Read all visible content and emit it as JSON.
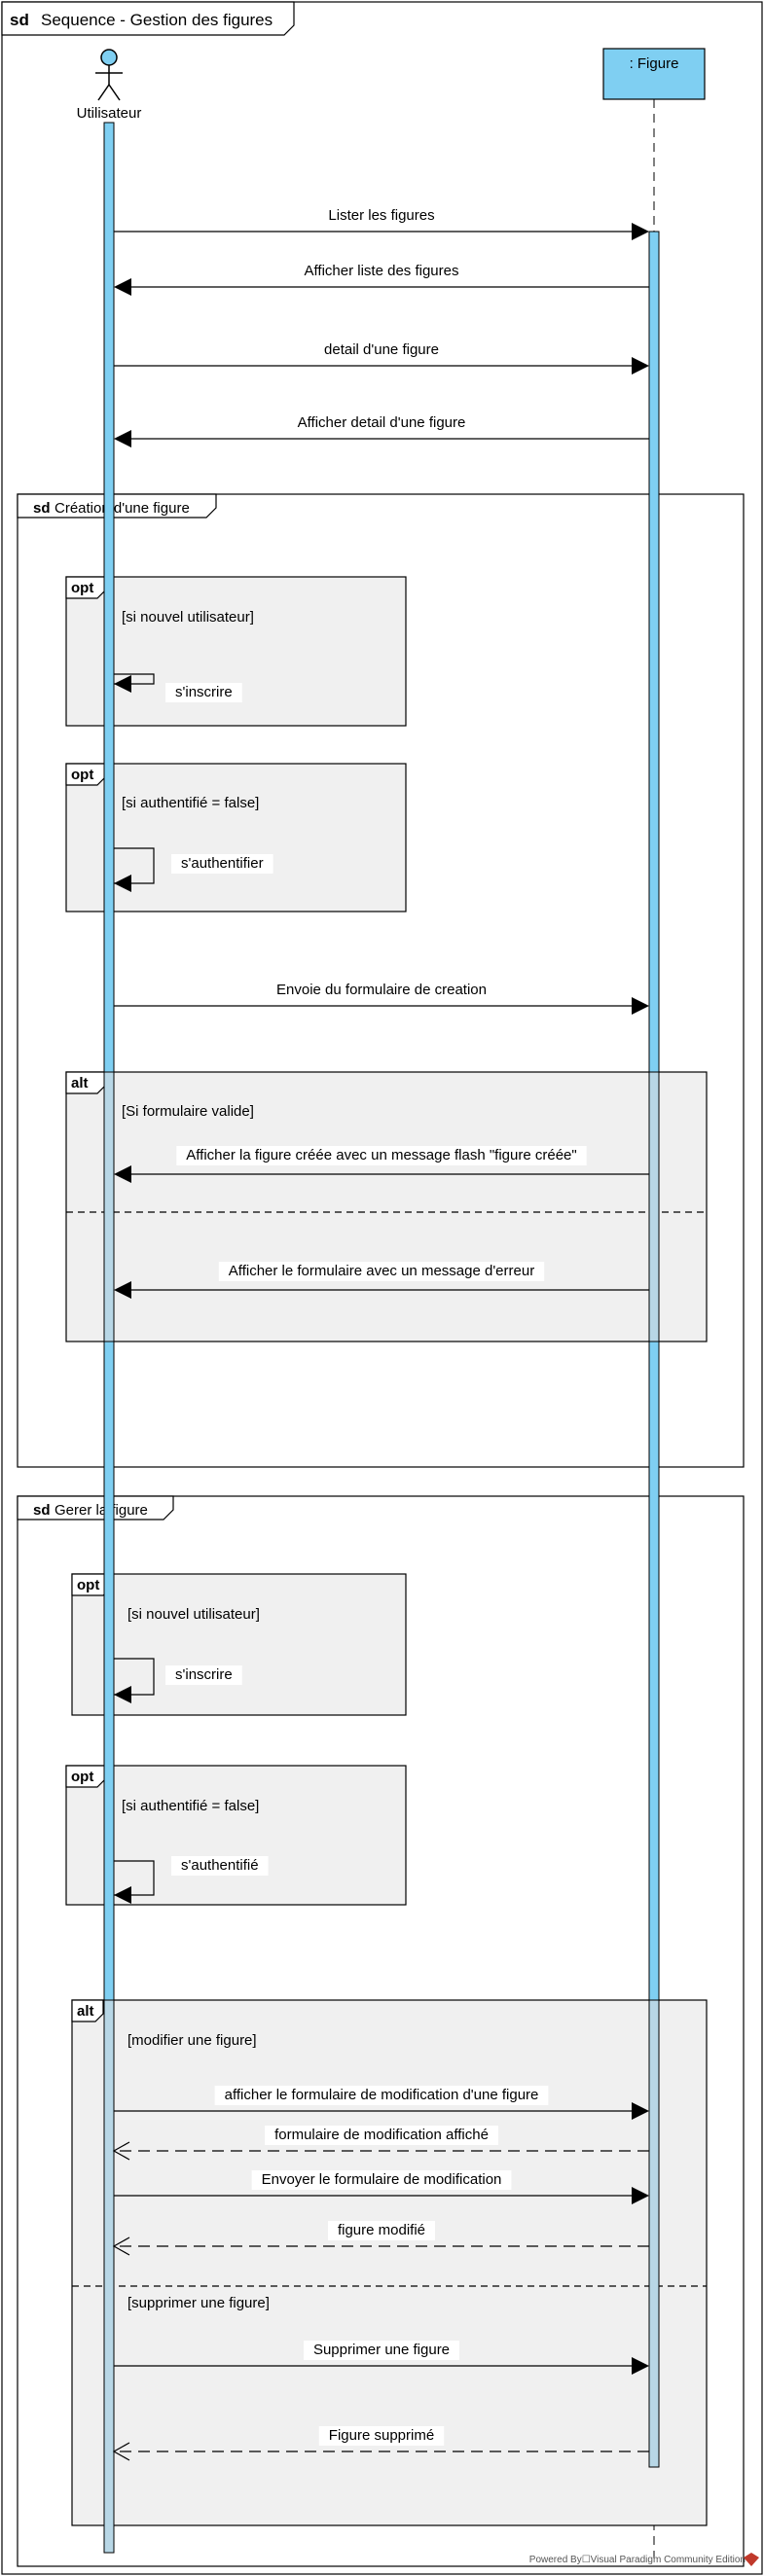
{
  "diagram": {
    "frame_keyword": "sd",
    "frame_name": "Sequence - Gestion des figures",
    "footer": "Powered By☐Visual Paradigm Community Edition",
    "colors": {
      "actor_fill": "#7fcff2",
      "lifeline_box_fill": "#7fcff2",
      "activation_fill": "#7fcff2",
      "inner_activation_fill": "#b8d7e6",
      "fragment_fill": "#f0f0f0",
      "stroke": "#000000",
      "footer_logo": "#c0392b"
    },
    "participants": [
      {
        "id": "user",
        "name": "Utilisateur",
        "kind": "actor"
      },
      {
        "id": "figure",
        "name": ": Figure",
        "kind": "object"
      }
    ],
    "messages": [
      {
        "label": "Lister les figures",
        "from": "user",
        "to": "figure",
        "style": "sync"
      },
      {
        "label": "Afficher liste des figures",
        "from": "figure",
        "to": "user",
        "style": "sync"
      },
      {
        "label": "detail d'une figure",
        "from": "user",
        "to": "figure",
        "style": "sync"
      },
      {
        "label": "Afficher detail d'une figure",
        "from": "figure",
        "to": "user",
        "style": "sync"
      },
      {
        "label": "s'inscrire",
        "from": "user",
        "to": "user",
        "style": "self"
      },
      {
        "label": "s'authentifier",
        "from": "user",
        "to": "user",
        "style": "self"
      },
      {
        "label": "Envoie du formulaire de creation",
        "from": "user",
        "to": "figure",
        "style": "sync"
      },
      {
        "label": "Afficher la figure créée avec un message flash \"figure créée\"",
        "from": "figure",
        "to": "user",
        "style": "sync"
      },
      {
        "label": "Afficher le formulaire avec un message d'erreur",
        "from": "figure",
        "to": "user",
        "style": "sync"
      },
      {
        "label": "s'inscrire",
        "from": "user",
        "to": "user",
        "style": "self"
      },
      {
        "label": "s'authentifié",
        "from": "user",
        "to": "user",
        "style": "self"
      },
      {
        "label": "afficher le formulaire de modification d'une figure",
        "from": "user",
        "to": "figure",
        "style": "sync"
      },
      {
        "label": "formulaire de modification affiché",
        "from": "figure",
        "to": "user",
        "style": "reply"
      },
      {
        "label": "Envoyer le formulaire de modification",
        "from": "user",
        "to": "figure",
        "style": "sync"
      },
      {
        "label": "figure modifié",
        "from": "figure",
        "to": "user",
        "style": "reply"
      },
      {
        "label": "Supprimer une figure",
        "from": "user",
        "to": "figure",
        "style": "sync"
      },
      {
        "label": "Figure supprimé",
        "from": "figure",
        "to": "user",
        "style": "reply"
      }
    ],
    "frames": [
      {
        "keyword": "sd",
        "name": "Création d'une figure"
      },
      {
        "keyword": "sd",
        "name": "Gerer la figure"
      }
    ],
    "fragments": [
      {
        "operator": "opt",
        "guards": [
          "[si nouvel utilisateur]"
        ]
      },
      {
        "operator": "opt",
        "guards": [
          "[si authentifié = false]"
        ]
      },
      {
        "operator": "alt",
        "guards": [
          "[Si formulaire valide]",
          ""
        ]
      },
      {
        "operator": "opt",
        "guards": [
          "[si nouvel utilisateur]"
        ]
      },
      {
        "operator": "opt",
        "guards": [
          "[si authentifié = false]"
        ]
      },
      {
        "operator": "alt",
        "guards": [
          "[modifier une figure]",
          "[supprimer une figure]"
        ]
      }
    ]
  }
}
